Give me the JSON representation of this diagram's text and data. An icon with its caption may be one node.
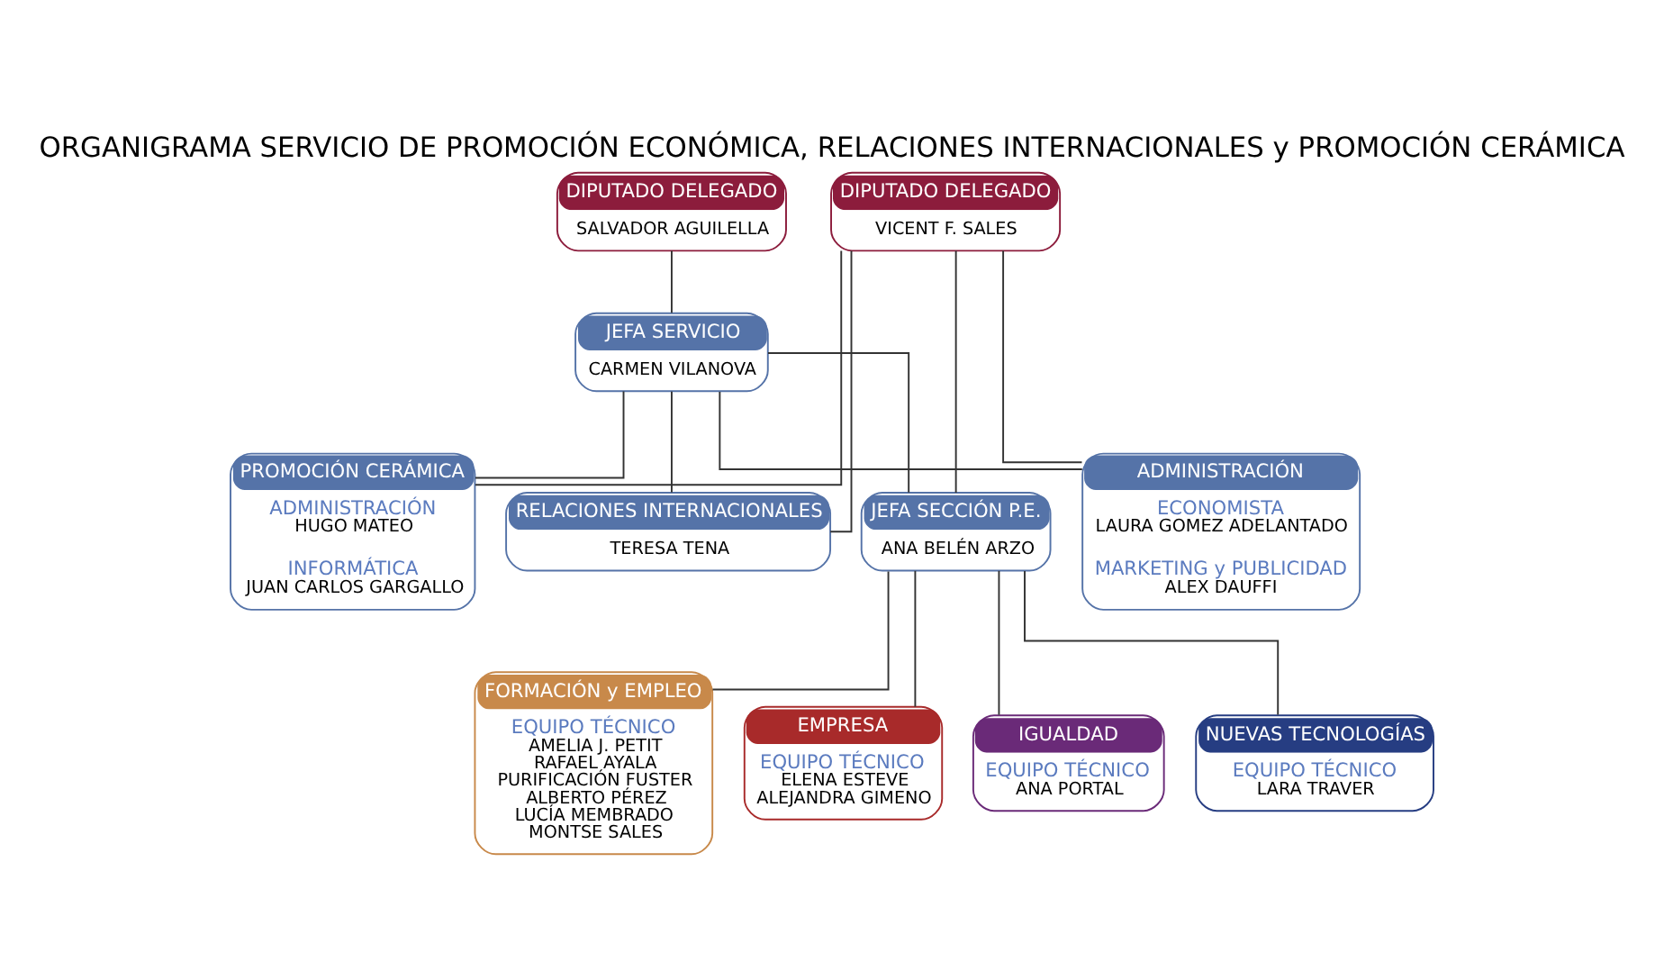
{
  "diagram": {
    "title": "ORGANIGRAMA SERVICIO DE PROMOCIÓN ECONÓMICA, RELACIONES INTERNACIONALES y PROMOCIÓN CERÁMICA",
    "nodes": [
      {
        "text": [
          "DIPUTADO DELEGADO",
          "VICENT F. SALES"
        ]
      },
      {
        "text": [
          "DIPUTADO DELEGADO",
          "SALVADOR AGUILELLA"
        ]
      },
      {
        "text": [
          "JEFA SERVICIO",
          "CARMEN VILANOVA"
        ]
      },
      {
        "text": [
          "RELACIONES INTERNACIONALES",
          "TERESA TENA"
        ]
      },
      {
        "text": [
          "JEFA SECCIÓN P.E.",
          "ANA BELÉN ARZO"
        ]
      },
      {
        "text": [
          "ADMINISTRACIÓN",
          "ECONOMISTA",
          "LAURA GOMEZ ADELANTADO",
          "MARKETING y PUBLICIDAD",
          "ALEX DAUFFI"
        ]
      },
      {
        "text": [
          "PROMOCIÓN CERÁMICA",
          "ADMINISTRACIÓN",
          "HUGO MATEO",
          "INFORMÁTICA",
          "JUAN CARLOS GARGALLO"
        ]
      },
      {
        "text": [
          "FORMACIÓN y EMPLEO",
          "EQUIPO TÉCNICO",
          "AMELIA J. PETIT",
          "RAFAEL AYALA",
          "PURIFICACIÓN FUSTER",
          "ALBERTO PÉREZ",
          "LUCÍA MEMBRADO",
          "MONTSE SALES"
        ]
      },
      {
        "text": [
          "EMPRESA",
          "EQUIPO TÉCNICO",
          "ELENA ESTEVE",
          "ALEJANDRA GIMENO"
        ]
      },
      {
        "text": [
          "IGUALDAD",
          "EQUIPO TÉCNICO",
          "ANA PORTAL"
        ]
      },
      {
        "text": [
          "NUEVAS TECNOLOGÍAS",
          "EQUIPO TÉCNICO",
          "LARA TRAVER"
        ]
      }
    ],
    "edges": [
      {
        "from": 1,
        "to": 2,
        "arrow": "none"
      },
      {
        "from": 0,
        "to": 3,
        "arrow": "none"
      },
      {
        "from": 0,
        "to": 4,
        "arrow": "none"
      },
      {
        "from": 0,
        "to": 5,
        "arrow": "none"
      },
      {
        "from": 0,
        "to": 6,
        "arrow": "none"
      },
      {
        "from": 2,
        "to": 3,
        "arrow": "none"
      },
      {
        "from": 2,
        "to": 4,
        "arrow": "none"
      },
      {
        "from": 2,
        "to": 5,
        "arrow": "none"
      },
      {
        "from": 2,
        "to": 6,
        "arrow": "none"
      },
      {
        "from": 4,
        "to": 7,
        "arrow": "none"
      },
      {
        "from": 4,
        "to": 8,
        "arrow": "none"
      },
      {
        "from": 4,
        "to": 9,
        "arrow": "none"
      },
      {
        "from": 4,
        "to": 10,
        "arrow": "none"
      }
    ]
  }
}
